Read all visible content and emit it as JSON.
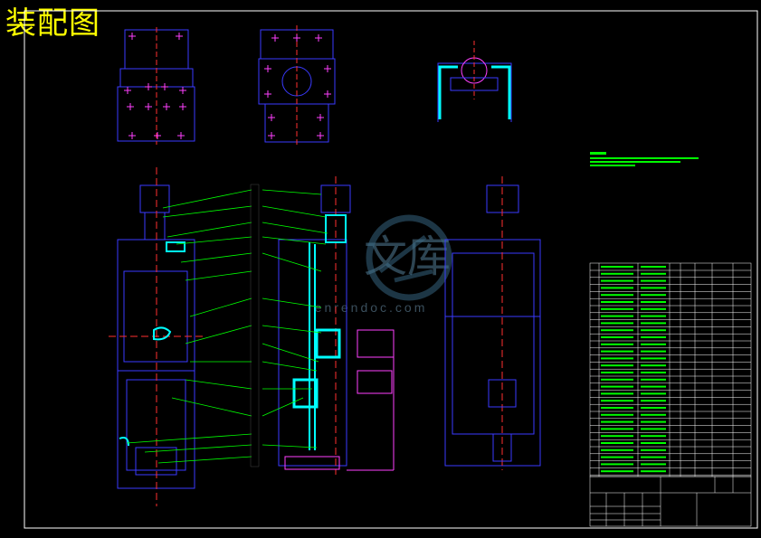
{
  "drawing": {
    "title": "装配图",
    "watermark_brand": "文库",
    "watermark_domain": "renrendoc.com",
    "colors": {
      "background": "#000000",
      "frame": "#ffffff",
      "outline": "#3a3aff",
      "centerline": "#ff3030",
      "hatch": "#00ffff",
      "parts": "#ff40ff",
      "leader": "#00ff00",
      "title": "#ffff00",
      "table_text": "#00ff00"
    }
  }
}
